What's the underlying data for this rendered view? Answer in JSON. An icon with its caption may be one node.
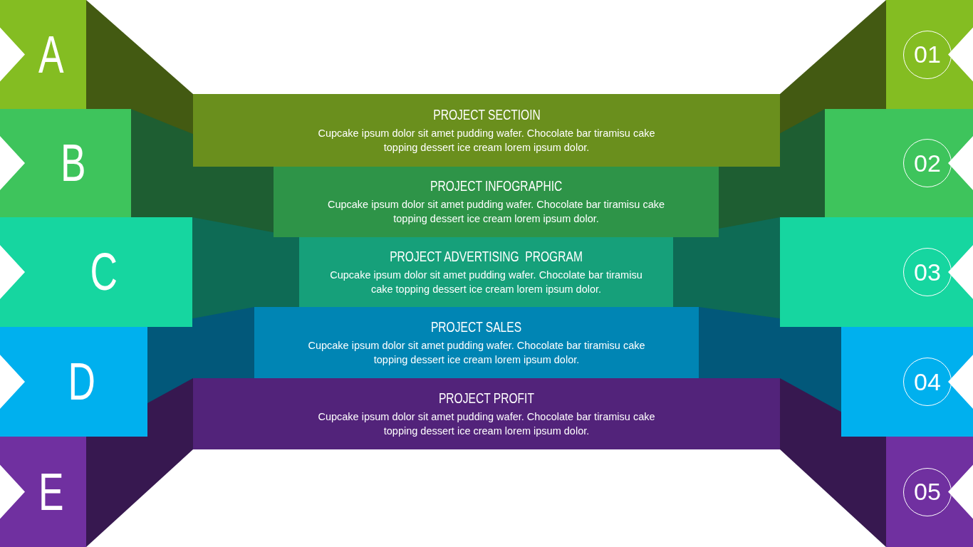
{
  "diagram": {
    "nodes": [
      {
        "text": [
          "A"
        ]
      },
      {
        "text": [
          "B"
        ]
      },
      {
        "text": [
          "C"
        ]
      },
      {
        "text": [
          "D"
        ]
      },
      {
        "text": [
          "E"
        ]
      },
      {
        "text": [
          "PROJECT SECTIOIN",
          "Cupcake ipsum dolor sit amet pudding wafer. Chocolate bar tiramisu cake topping dessert ice cream lorem ipsum dolor."
        ]
      },
      {
        "text": [
          "PROJECT INFOGRAPHIC",
          "Cupcake ipsum dolor sit amet pudding wafer. Chocolate bar tiramisu cake topping dessert ice cream lorem ipsum dolor."
        ]
      },
      {
        "text": [
          "PROJECT ADVERTISING  PROGRAM",
          "Cupcake ipsum dolor sit amet pudding wafer. Chocolate bar tiramisu cake topping dessert ice cream lorem ipsum dolor."
        ]
      },
      {
        "text": [
          "PROJECT SALES",
          "Cupcake ipsum dolor sit amet pudding wafer. Chocolate bar tiramisu cake topping dessert ice cream lorem ipsum dolor."
        ]
      },
      {
        "text": [
          "PROJECT PROFIT",
          "Cupcake ipsum dolor sit amet pudding wafer. Chocolate bar tiramisu cake topping dessert ice cream lorem ipsum dolor."
        ]
      },
      {
        "text": [
          "01"
        ]
      },
      {
        "text": [
          "02"
        ]
      },
      {
        "text": [
          "03"
        ]
      },
      {
        "text": [
          "04"
        ]
      },
      {
        "text": [
          "05"
        ]
      }
    ],
    "edges": []
  }
}
